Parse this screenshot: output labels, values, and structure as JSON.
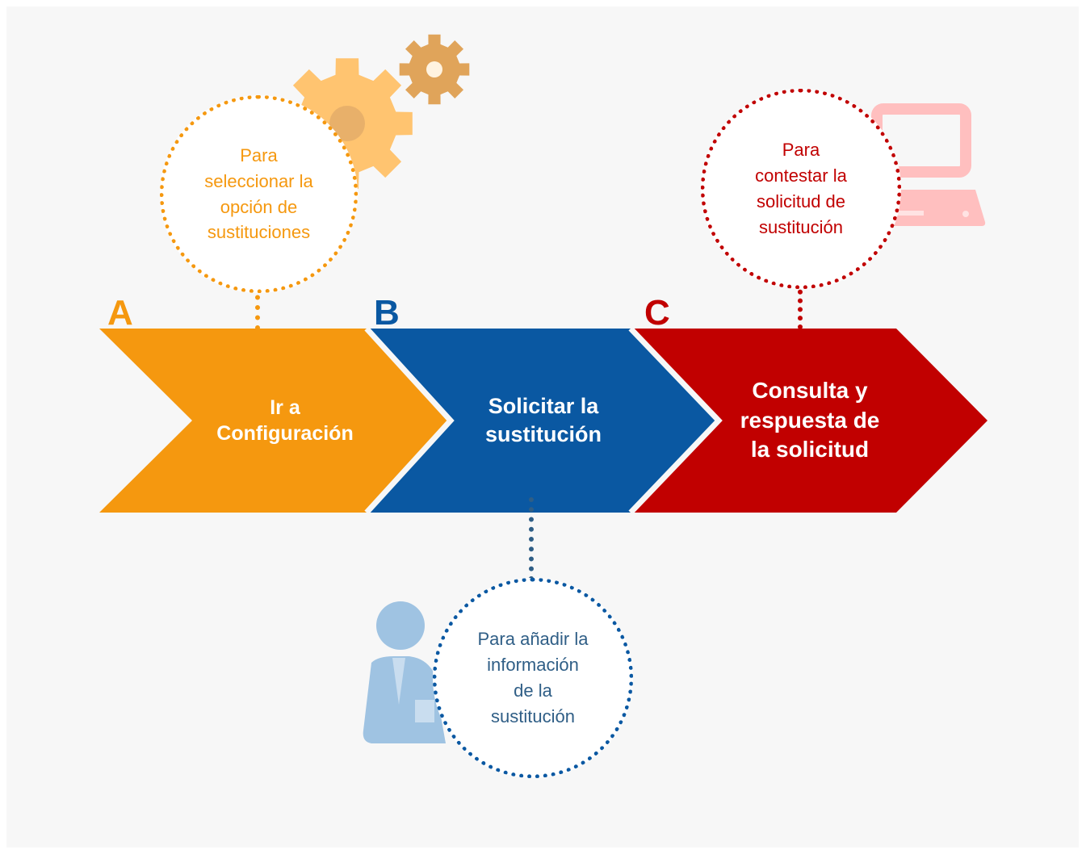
{
  "colors": {
    "background": "#f7f7f7",
    "step_a": "#f5980f",
    "step_b": "#0a58a2",
    "step_c": "#c10000",
    "callout_a_text": "#f5980f",
    "callout_b_text": "#2f5e86",
    "callout_c_text": "#c10000",
    "gear_light": "#ffc470",
    "gear_dark": "#e0a45a",
    "person": "#9fc3e2",
    "computer": "#ffbfbf"
  },
  "icons": [
    "gears-icon",
    "person-icon",
    "computer-icon"
  ],
  "steps": [
    {
      "letter": "A",
      "label_lines": [
        "Ir a",
        "Configuración"
      ],
      "callout_lines": [
        "Para",
        "seleccionar la",
        "opción de",
        "sustituciones"
      ]
    },
    {
      "letter": "B",
      "label_lines": [
        "Solicitar la",
        "sustitución"
      ],
      "callout_lines": [
        "Para añadir la",
        "información",
        "de la",
        "sustitución"
      ]
    },
    {
      "letter": "C",
      "label_lines": [
        "Consulta y",
        "respuesta de",
        "la solicitud"
      ],
      "callout_lines": [
        "Para",
        "contestar la",
        "solicitud de",
        "sustitución"
      ]
    }
  ]
}
